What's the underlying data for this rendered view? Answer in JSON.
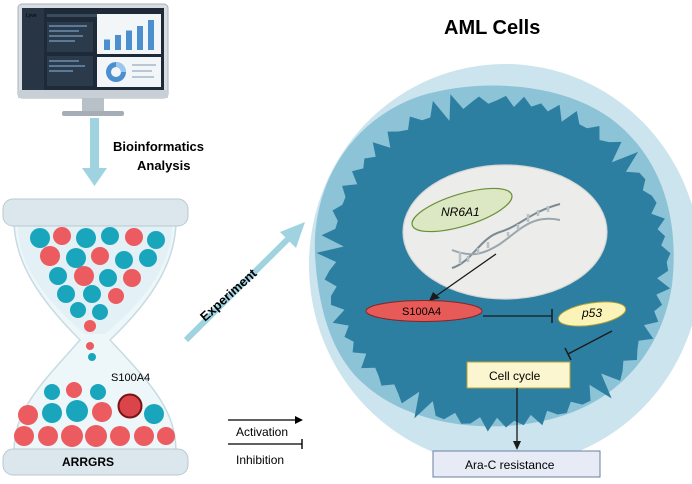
{
  "title": "AML Cells",
  "monitor": {
    "brand": "Lyve",
    "bar_values": [
      0.35,
      0.5,
      0.65,
      0.8,
      1.0
    ]
  },
  "bioinformatics_label": [
    "Bioinformatics",
    "Analysis"
  ],
  "hourglass": {
    "highlight_label": "S100A4",
    "bottom_label": "ARRGRS"
  },
  "experiment_label": "Experiment",
  "legend": {
    "activation": "Activation",
    "inhibition": "Inhibition"
  },
  "nodes": {
    "nr6a1": "NR6A1",
    "s100a4": "S100A4",
    "p53": "p53",
    "cell_cycle": "Cell cycle",
    "resistance": "Ara-C resistance"
  },
  "colors": {
    "cell_blue": "#2d7fa2",
    "cell_light": "#8cc3d6",
    "teal_ball": "#19a6bd",
    "red_ball": "#ec5b5f",
    "arrow_blue": "#9fd3e0",
    "nucleus": "#ececea",
    "nr6a1_fill": "#dbe8c3",
    "s100a4_fill": "#e65a57",
    "p53_fill": "#fbf4b8",
    "cell_cycle_fill": "#fbf6cf",
    "resistance_fill": "#e6ebf5"
  }
}
